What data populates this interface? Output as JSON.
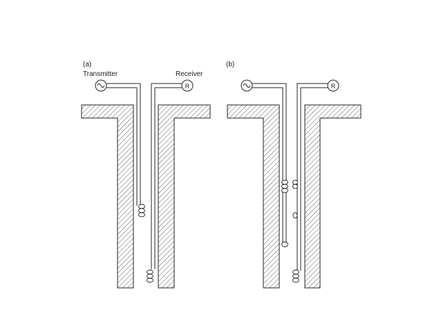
{
  "panel_a": {
    "label": "(a)",
    "transmitter_label": "Transmitter",
    "receiver_label": "Receiver",
    "receiver_symbol": "R",
    "transmitter_icon": "sine-wave-source-icon"
  },
  "panel_b": {
    "label": "(b)",
    "receiver_symbol": "R",
    "transmitter_icon": "sine-wave-source-icon"
  },
  "colors": {
    "line": "#222222",
    "background": "#ffffff"
  }
}
